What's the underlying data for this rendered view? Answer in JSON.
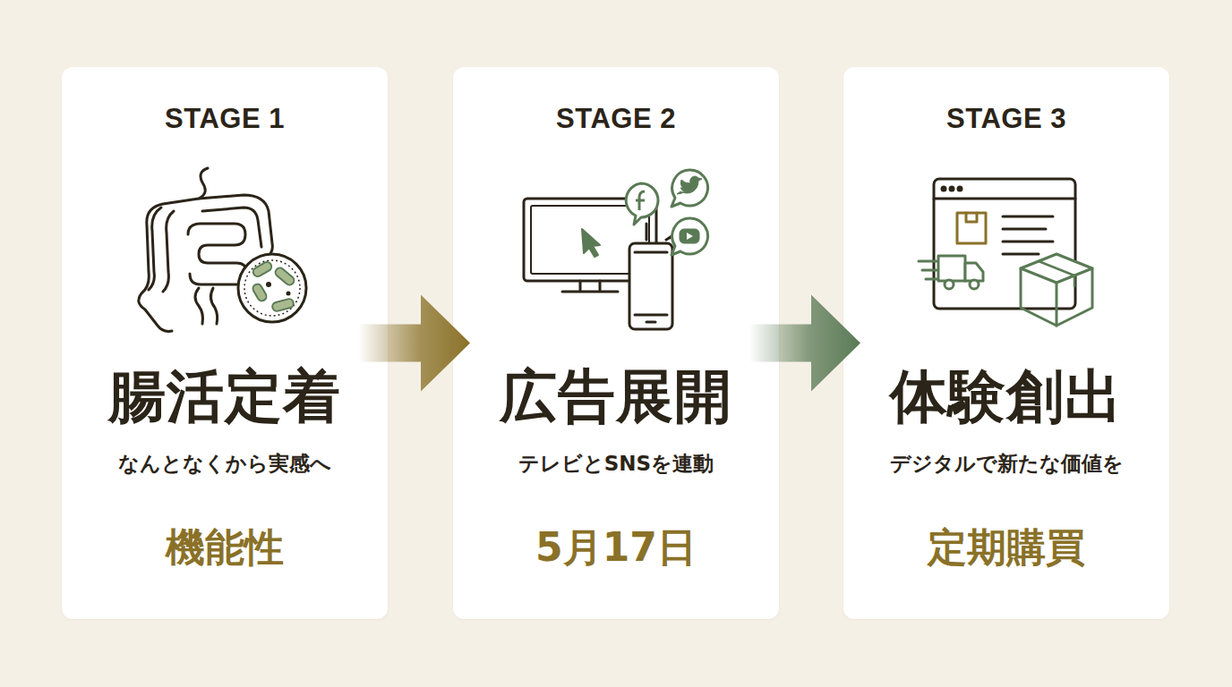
{
  "diagram": {
    "nodes": [
      {
        "text": [
          "STAGE 1",
          "腸活定着",
          "なんとなくから実感へ",
          "機能性"
        ]
      },
      {
        "text": [
          "STAGE 2",
          "広告展開",
          "テレビとSNSを連動",
          "5月17日"
        ]
      },
      {
        "text": [
          "STAGE 3",
          "体験創出",
          "デジタルで新たな価値を",
          "定期購買"
        ]
      }
    ],
    "edges": [
      {
        "from": 0,
        "to": 1,
        "arrow": "to"
      },
      {
        "from": 1,
        "to": 2,
        "arrow": "to"
      }
    ]
  }
}
